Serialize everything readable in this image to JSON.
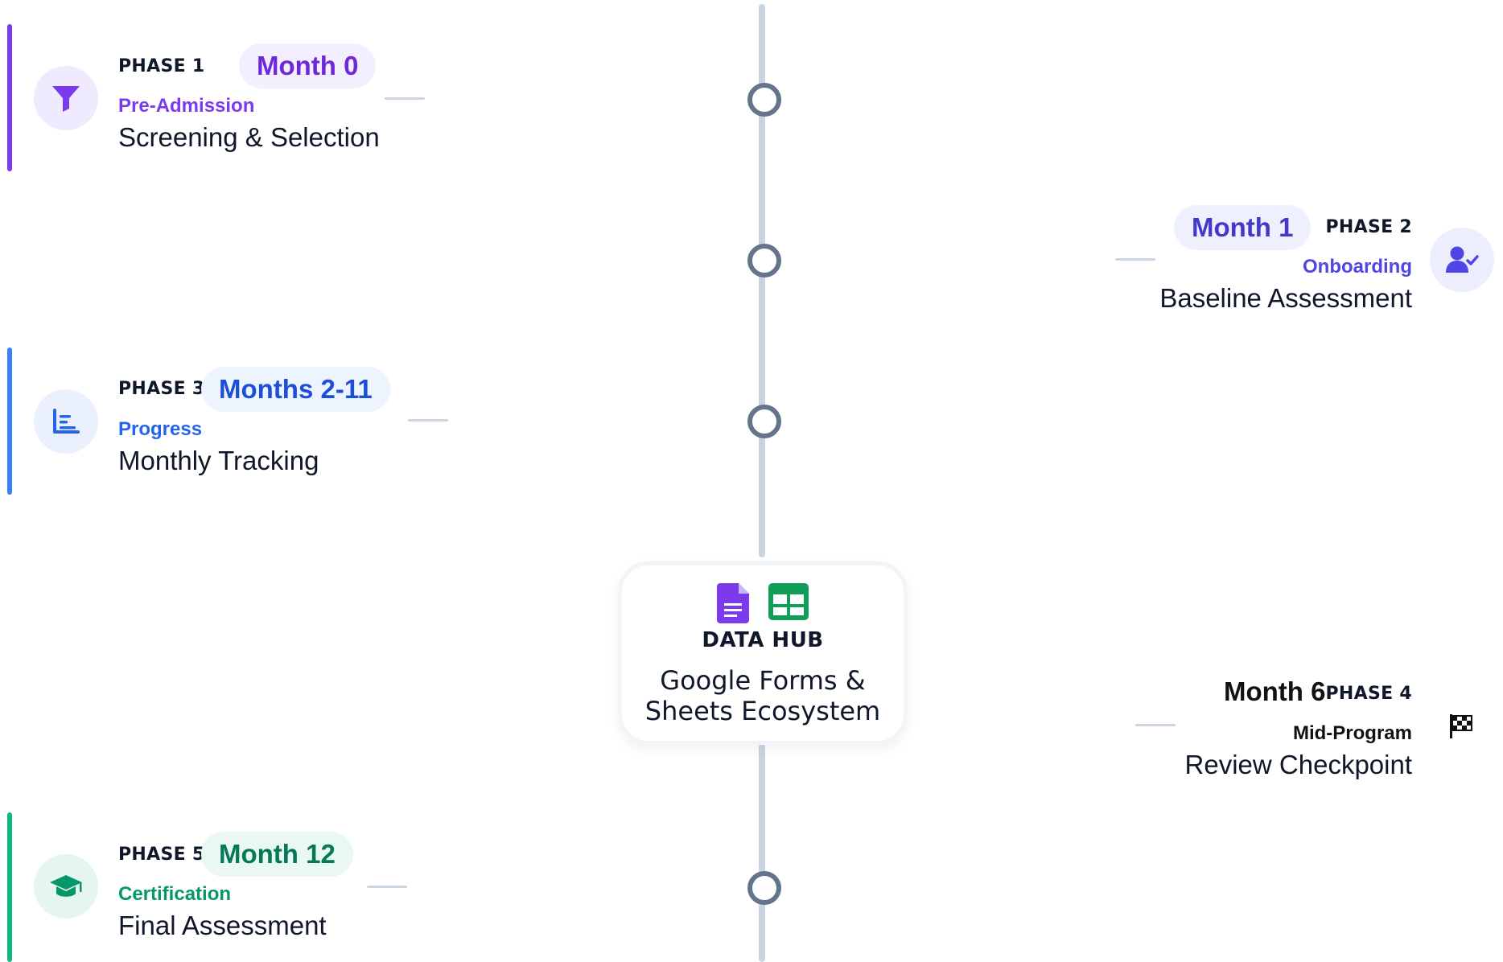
{
  "phases": [
    {
      "phase_label": "PHASE 1",
      "month": "Month 0",
      "category": "Pre-Admission",
      "title": "Screening & Selection",
      "icon": "filter-icon",
      "accent": "#7c3aed",
      "pill_bg": "#f3efff",
      "icon_bg": "#efeafd"
    },
    {
      "phase_label": "PHASE 2",
      "month": "Month 1",
      "category": "Onboarding",
      "title": "Baseline Assessment",
      "icon": "user-check-icon",
      "accent": "#4f46e5",
      "pill_bg": "#eef0fd",
      "icon_bg": "#eceefd"
    },
    {
      "phase_label": "PHASE 3",
      "month": "Months 2-11",
      "category": "Progress",
      "title": "Monthly Tracking",
      "icon": "bar-list-icon",
      "accent": "#2563eb",
      "pill_bg": "#eef4fe",
      "icon_bg": "#eaf1fd"
    },
    {
      "phase_label": "PHASE 4",
      "month": "Month 6",
      "category": "Mid-Program",
      "title": "Review Checkpoint",
      "icon": "checkered-flag-icon",
      "accent": "#111111",
      "pill_bg": "#ffffff",
      "icon_bg": "#ffffff"
    },
    {
      "phase_label": "PHASE 5",
      "month": "Month 12",
      "category": "Certification",
      "title": "Final Assessment",
      "icon": "graduation-cap-icon",
      "accent": "#059669",
      "pill_bg": "#e9f8f1",
      "icon_bg": "#e4f6ee"
    }
  ],
  "hub": {
    "title": "DATA HUB",
    "line1": "Google Forms &",
    "line2": "Sheets Ecosystem",
    "icons": [
      "google-docs-icon",
      "google-sheets-icon"
    ],
    "docs_color": "#7c3aed",
    "sheets_color": "#0f9d58"
  },
  "colors": {
    "spine": "#cbd5e1",
    "node": "#64748b"
  }
}
